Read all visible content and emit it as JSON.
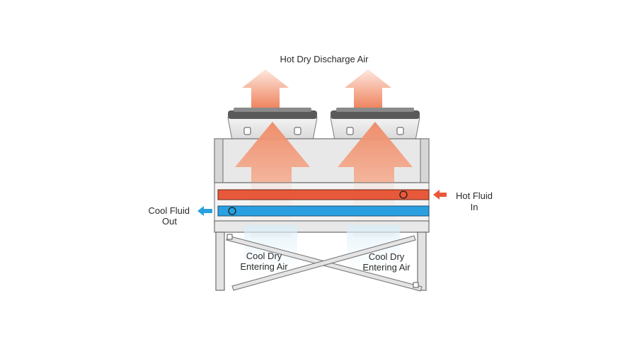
{
  "labels": {
    "discharge": "Hot Dry Discharge Air",
    "hot_fluid_line1": "Hot Fluid",
    "hot_fluid_line2": "In",
    "cool_fluid_line1": "Cool Fluid",
    "cool_fluid_line2": "Out",
    "entering_left_line1": "Cool Dry",
    "entering_left_line2": "Entering Air",
    "entering_right_line1": "Cool Dry",
    "entering_right_line2": "Entering Air"
  },
  "colors": {
    "hot_pipe": "#e8583a",
    "cool_pipe": "#2aa0e0",
    "hot_arrow_light": "#fde3d6",
    "hot_arrow_dark": "#ee8a66",
    "cool_air_light": "#e4f3fb",
    "casing": "#e6e6e6",
    "outline": "#6f6f6f"
  },
  "icons": {
    "discharge_arrows": "up-arrow-icon",
    "hot_fluid_in": "left-arrow-icon",
    "cool_fluid_out": "left-arrow-icon"
  }
}
